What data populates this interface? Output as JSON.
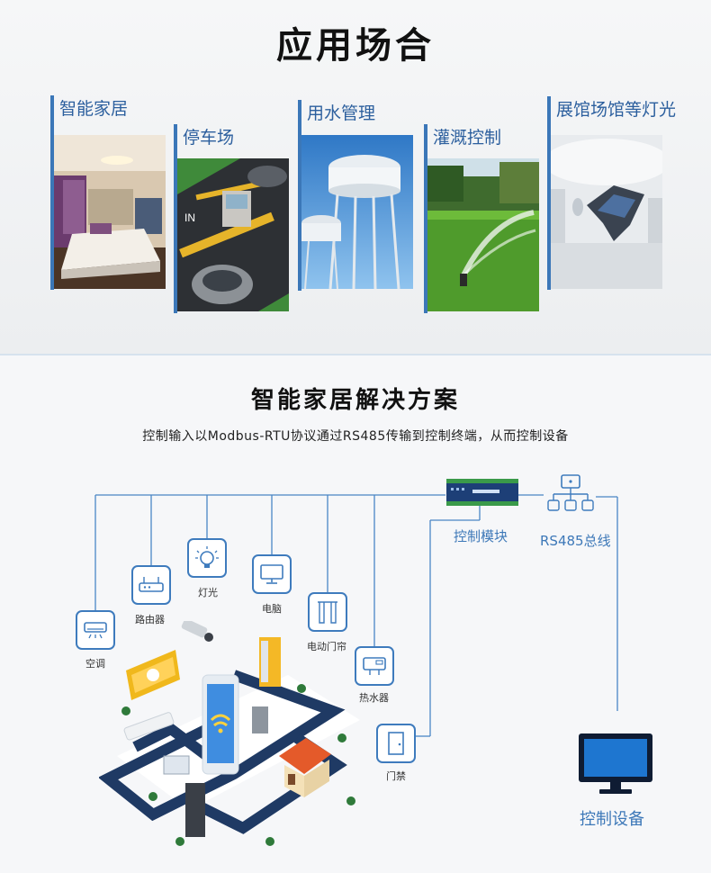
{
  "header": {
    "title": "应用场合"
  },
  "scenes": [
    {
      "label": "智能家居",
      "icon": "bedroom-photo"
    },
    {
      "label": "停车场",
      "icon": "parking-lot-photo"
    },
    {
      "label": "用水管理",
      "icon": "water-tower-photo"
    },
    {
      "label": "灌溉控制",
      "icon": "sprinkler-photo"
    },
    {
      "label": "展馆场馆等灯光",
      "icon": "exhibition-hall-photo"
    }
  ],
  "solution": {
    "title": "智能家居解决方案",
    "subtitle": "控制输入以Modbus-RTU协议通过RS485传输到控制终端，从而控制设备"
  },
  "diagram": {
    "devices": [
      {
        "label": "空调",
        "icon": "air-conditioner-icon"
      },
      {
        "label": "路由器",
        "icon": "router-icon"
      },
      {
        "label": "灯光",
        "icon": "light-bulb-icon"
      },
      {
        "label": "电脑",
        "icon": "computer-monitor-icon"
      },
      {
        "label": "电动门帘",
        "icon": "curtain-icon"
      },
      {
        "label": "热水器",
        "icon": "water-heater-icon"
      },
      {
        "label": "门禁",
        "icon": "door-access-icon"
      }
    ],
    "control_module": {
      "label": "控制模块",
      "icon": "control-module-icon"
    },
    "bus": {
      "label": "RS485总线",
      "icon": "network-topology-icon"
    },
    "control_device": {
      "label": "控制设备",
      "icon": "monitor-icon"
    }
  },
  "colors": {
    "accent": "#3b77b8",
    "line": "#3f7ec1",
    "road": "#1f3a64"
  }
}
